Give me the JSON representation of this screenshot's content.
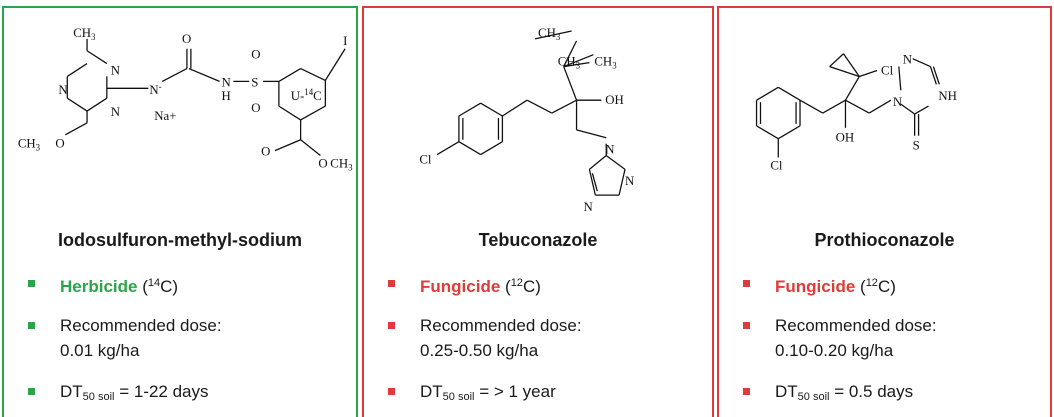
{
  "panels": [
    {
      "name": "Iodosulfuron-methyl-sodium",
      "color": "#2aa64a",
      "kind": "Herbicide",
      "isotope_pre": "(",
      "isotope_mass": "14",
      "isotope_post": "C)",
      "dose_label": "Recommended dose:",
      "dose_value": "0.01 kg/ha",
      "dt_prefix": "DT",
      "dt_sub": "50 soil",
      "dt_value": " = 1-22 days",
      "atoms": {
        "ch3_top": "CH",
        "ch3_top_sub": "3",
        "n1": "N",
        "n2": "N",
        "n3": "N",
        "n_minus": "N",
        "n_minus_sup": "-",
        "o_carbonyl": "O",
        "na": "Na+",
        "nh": "H",
        "nh_n": "N",
        "s": "S",
        "o_s1": "O",
        "o_s2": "O",
        "ring_label": "U-",
        "ring_label_sup": "14",
        "ring_label_c": "C",
        "iodine": "I",
        "och3_left": "CH",
        "och3_left_sub": "3",
        "och3_left_o": "O",
        "ester_o1": "O",
        "ester_o2": "O",
        "ester_ch3": "CH",
        "ester_ch3_sub": "3"
      }
    },
    {
      "name": "Tebuconazole",
      "color": "#e03a3a",
      "kind": "Fungicide",
      "isotope_pre": "(",
      "isotope_mass": "12",
      "isotope_post": "C)",
      "dose_label": "Recommended dose:",
      "dose_value": "0.25-0.50 kg/ha",
      "dt_prefix": "DT",
      "dt_sub": "50 soil",
      "dt_value": " = > 1 year",
      "atoms": {
        "ch3_a": "CH",
        "ch3_a_sub": "3",
        "ch3_b": "CH",
        "ch3_b_sub": "3",
        "ch3_c": "CH",
        "ch3_c_sub": "3",
        "oh": "OH",
        "cl": "Cl",
        "n1": "N",
        "n2": "N",
        "n3": "N"
      }
    },
    {
      "name": "Prothioconazole",
      "color": "#e03a3a",
      "kind": "Fungicide",
      "isotope_pre": "(",
      "isotope_mass": "12",
      "isotope_post": "C)",
      "dose_label": "Recommended dose:",
      "dose_value": "0.10-0.20 kg/ha",
      "dt_prefix": "DT",
      "dt_sub": "50 soil",
      "dt_value": " = 0.5 days",
      "atoms": {
        "cl_top": "Cl",
        "cl_bottom": "Cl",
        "oh": "OH",
        "n1": "N",
        "n2": "N",
        "nh": "NH",
        "s": "S"
      }
    }
  ]
}
